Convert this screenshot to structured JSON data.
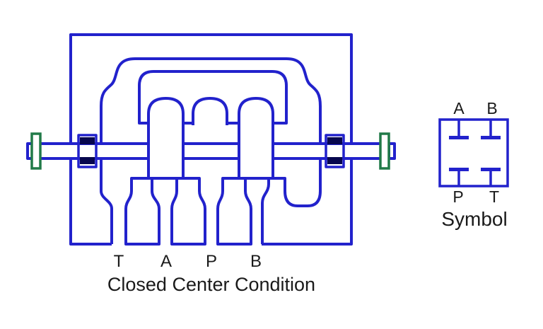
{
  "valve": {
    "title": "Closed Center Condition",
    "ports": {
      "t": "T",
      "a": "A",
      "p": "P",
      "b": "B"
    }
  },
  "symbol": {
    "caption": "Symbol",
    "ports": {
      "a": "A",
      "b": "B",
      "p": "P",
      "t": "T"
    }
  },
  "colors": {
    "line_blue": "#2222cc",
    "hatch_orange": "#c8732e",
    "cap_green": "#217a48",
    "seal_navy": "#07074e",
    "text": "#1a1a1a",
    "background": "#ffffff"
  }
}
